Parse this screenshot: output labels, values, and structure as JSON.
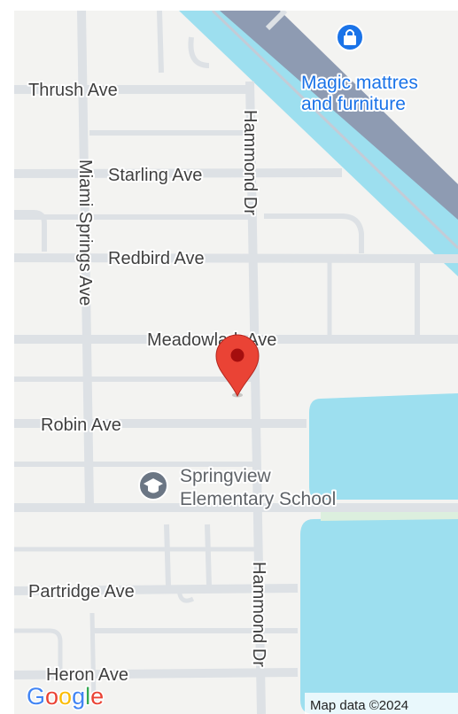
{
  "map": {
    "streets": {
      "thrush_ave": "Thrush Ave",
      "starling_ave": "Starling Ave",
      "redbird_ave": "Redbird Ave",
      "meadowlark_ave": "Meadowlark Ave",
      "robin_ave": "Robin Ave",
      "partridge_ave": "Partridge Ave",
      "heron_ave": "Heron Ave",
      "miami_springs_ave": "Miami Springs Ave",
      "hammond_dr_north": "Hammond Dr",
      "hammond_dr_south": "Hammond Dr"
    },
    "pois": {
      "store": {
        "line1": "Magic mattres",
        "line2": "and furniture",
        "icon": "shopping-bag-icon"
      },
      "school": {
        "line1": "Springview",
        "line2": "Elementary School",
        "icon": "graduation-cap-icon"
      }
    },
    "marker": {
      "icon": "location-pin-icon",
      "color": "#ea4335"
    },
    "colors": {
      "land": "#f3f3f1",
      "road": "#dde1e5",
      "water": "#9ddfef",
      "highway": "#8e9bb2",
      "park": "#dcefde",
      "poi_store": "#1a73e8",
      "poi_school": "#6b7684"
    }
  },
  "branding": {
    "logo": {
      "G": "G",
      "o1": "o",
      "o2": "o",
      "g": "g",
      "l": "l",
      "e": "e"
    },
    "attribution": "Map data ©2024"
  }
}
